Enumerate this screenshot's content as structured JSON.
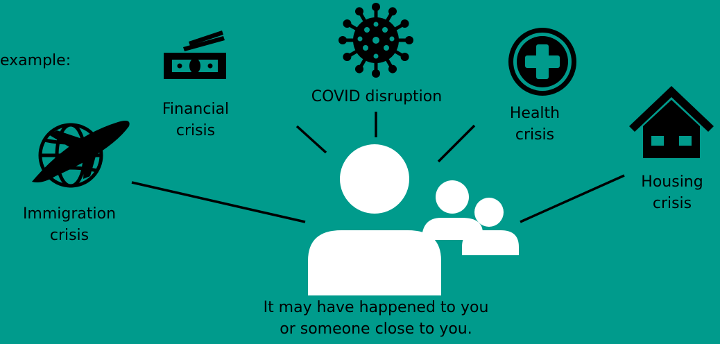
{
  "colors": {
    "background": "#009b8c",
    "ink": "#000000",
    "person": "#ffffff"
  },
  "intro": "example:",
  "categories": [
    {
      "id": "financial",
      "icon": "money-bill-icon",
      "lines": [
        "Financial",
        "crisis"
      ]
    },
    {
      "id": "covid",
      "icon": "virus-icon",
      "lines": [
        "COVID disruption"
      ]
    },
    {
      "id": "health",
      "icon": "medical-cross-icon",
      "lines": [
        "Health",
        "crisis"
      ]
    },
    {
      "id": "housing",
      "icon": "house-icon",
      "lines": [
        "Housing",
        "crisis"
      ]
    },
    {
      "id": "immigration",
      "icon": "travel-globe-plane-icon",
      "lines": [
        "Immigration",
        "crisis"
      ]
    }
  ],
  "center": {
    "icon": "people-group-icon",
    "caption": [
      "It may have happened to you",
      "or someone close to you."
    ]
  }
}
